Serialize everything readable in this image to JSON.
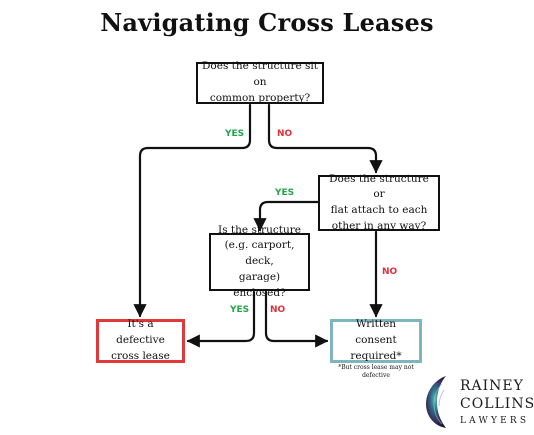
{
  "title": "Navigating Cross Leases",
  "nodes": {
    "q1": "Does the structure sit on\ncommon property?",
    "q2": "Does the structure or\nflat attach to each\nother in any way?",
    "q3": "Is the structure\n(e.g. carport, deck,\ngarage) enclosed?",
    "r1": "It's a defective\ncross lease",
    "r2": "Written consent\nrequired*"
  },
  "labels": {
    "q1_yes": "YES",
    "q1_no": "NO",
    "q2_yes": "YES",
    "q2_no": "NO",
    "q3_yes": "YES",
    "q3_no": "NO"
  },
  "footnote": "*But cross lease may not\ndefective",
  "logo": {
    "line1": "RAINEY",
    "line2": "COLLINS",
    "line3": "LAWYERS"
  },
  "colors": {
    "yes": "#23a34a",
    "no": "#e0303a",
    "defective_border": "#e1393a",
    "consent_border": "#7fb6bd"
  }
}
